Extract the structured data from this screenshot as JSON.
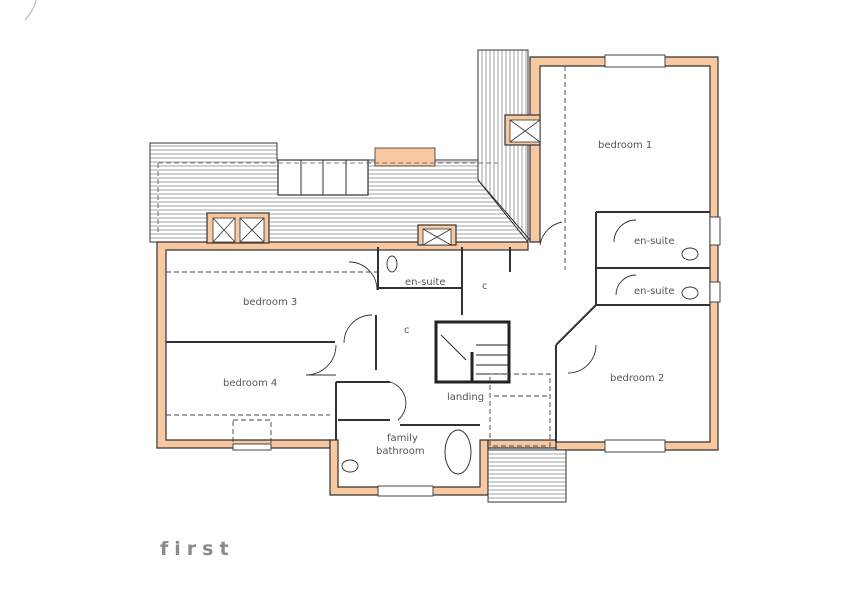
{
  "floor_plan": {
    "floor_label": "first",
    "colors": {
      "wall_fill": "#f8c9a0",
      "wall_stroke": "#333333",
      "roof_hatch": "#777777",
      "text": "#555555",
      "floor_label": "#8a8a8a"
    },
    "rooms": [
      {
        "id": "bedroom-1",
        "label": "bedroom 1"
      },
      {
        "id": "en-suite-1",
        "label": "en-suite"
      },
      {
        "id": "en-suite-2",
        "label": "en-suite"
      },
      {
        "id": "bedroom-2",
        "label": "bedroom 2"
      },
      {
        "id": "bedroom-3",
        "label": "bedroom 3"
      },
      {
        "id": "en-suite-3",
        "label": "en-suite"
      },
      {
        "id": "cupboard-1",
        "label": "c"
      },
      {
        "id": "cupboard-2",
        "label": "c"
      },
      {
        "id": "bedroom-4",
        "label": "bedroom 4"
      },
      {
        "id": "landing",
        "label": "landing"
      },
      {
        "id": "family-bathroom-line1",
        "label": "family"
      },
      {
        "id": "family-bathroom-line2",
        "label": "bathroom"
      }
    ]
  }
}
